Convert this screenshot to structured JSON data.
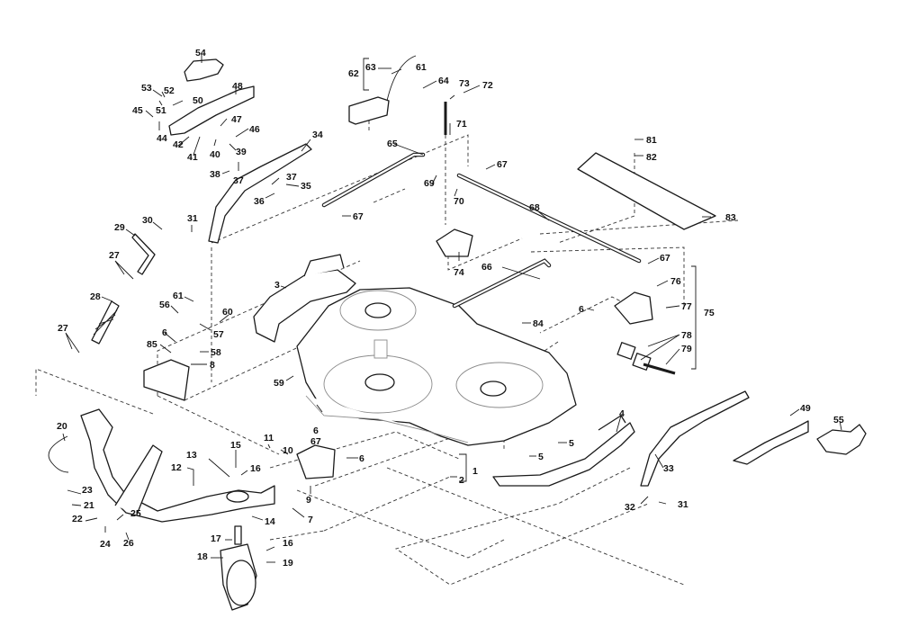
{
  "diagram": {
    "title": "Mower deck assembly exploded parts diagram",
    "colors": {
      "line": "#1a1a1a",
      "background": "#ffffff",
      "detail": "#8a8a8a"
    },
    "callouts": [
      {
        "id": "c1",
        "label": "1"
      },
      {
        "id": "c2",
        "label": "2"
      },
      {
        "id": "c3",
        "label": "3"
      },
      {
        "id": "c4",
        "label": "4"
      },
      {
        "id": "c5a",
        "label": "5"
      },
      {
        "id": "c5b",
        "label": "5"
      },
      {
        "id": "c6a",
        "label": "6"
      },
      {
        "id": "c6b",
        "label": "6"
      },
      {
        "id": "c6c",
        "label": "6"
      },
      {
        "id": "c6d",
        "label": "6"
      },
      {
        "id": "c7",
        "label": "7"
      },
      {
        "id": "c8",
        "label": "8"
      },
      {
        "id": "c9",
        "label": "9"
      },
      {
        "id": "c10",
        "label": "10"
      },
      {
        "id": "c11",
        "label": "11"
      },
      {
        "id": "c12",
        "label": "12"
      },
      {
        "id": "c13",
        "label": "13"
      },
      {
        "id": "c14",
        "label": "14"
      },
      {
        "id": "c15",
        "label": "15"
      },
      {
        "id": "c16a",
        "label": "16"
      },
      {
        "id": "c16b",
        "label": "16"
      },
      {
        "id": "c17",
        "label": "17"
      },
      {
        "id": "c18",
        "label": "18"
      },
      {
        "id": "c19",
        "label": "19"
      },
      {
        "id": "c20",
        "label": "20"
      },
      {
        "id": "c21",
        "label": "21"
      },
      {
        "id": "c22",
        "label": "22"
      },
      {
        "id": "c23",
        "label": "23"
      },
      {
        "id": "c24",
        "label": "24"
      },
      {
        "id": "c25",
        "label": "25"
      },
      {
        "id": "c26",
        "label": "26"
      },
      {
        "id": "c27a",
        "label": "27"
      },
      {
        "id": "c27b",
        "label": "27"
      },
      {
        "id": "c28",
        "label": "28"
      },
      {
        "id": "c29",
        "label": "29"
      },
      {
        "id": "c30",
        "label": "30"
      },
      {
        "id": "c31a",
        "label": "31"
      },
      {
        "id": "c31b",
        "label": "31"
      },
      {
        "id": "c32",
        "label": "32"
      },
      {
        "id": "c33",
        "label": "33"
      },
      {
        "id": "c34",
        "label": "34"
      },
      {
        "id": "c35",
        "label": "35"
      },
      {
        "id": "c36",
        "label": "36"
      },
      {
        "id": "c37a",
        "label": "37"
      },
      {
        "id": "c37b",
        "label": "37"
      },
      {
        "id": "c38",
        "label": "38"
      },
      {
        "id": "c39",
        "label": "39"
      },
      {
        "id": "c40",
        "label": "40"
      },
      {
        "id": "c41",
        "label": "41"
      },
      {
        "id": "c42",
        "label": "42"
      },
      {
        "id": "c44",
        "label": "44"
      },
      {
        "id": "c45",
        "label": "45"
      },
      {
        "id": "c46",
        "label": "46"
      },
      {
        "id": "c47",
        "label": "47"
      },
      {
        "id": "c48",
        "label": "48"
      },
      {
        "id": "c49",
        "label": "49"
      },
      {
        "id": "c50",
        "label": "50"
      },
      {
        "id": "c51",
        "label": "51"
      },
      {
        "id": "c52",
        "label": "52"
      },
      {
        "id": "c53",
        "label": "53"
      },
      {
        "id": "c54",
        "label": "54"
      },
      {
        "id": "c55",
        "label": "55"
      },
      {
        "id": "c56",
        "label": "56"
      },
      {
        "id": "c57",
        "label": "57"
      },
      {
        "id": "c58",
        "label": "58"
      },
      {
        "id": "c59",
        "label": "59"
      },
      {
        "id": "c60",
        "label": "60"
      },
      {
        "id": "c61a",
        "label": "61"
      },
      {
        "id": "c61b",
        "label": "61"
      },
      {
        "id": "c62",
        "label": "62"
      },
      {
        "id": "c63",
        "label": "63"
      },
      {
        "id": "c64",
        "label": "64"
      },
      {
        "id": "c65",
        "label": "65"
      },
      {
        "id": "c66",
        "label": "66"
      },
      {
        "id": "c67a",
        "label": "67"
      },
      {
        "id": "c67b",
        "label": "67"
      },
      {
        "id": "c67c",
        "label": "67"
      },
      {
        "id": "c67d",
        "label": "67"
      },
      {
        "id": "c68",
        "label": "68"
      },
      {
        "id": "c69",
        "label": "69"
      },
      {
        "id": "c70",
        "label": "70"
      },
      {
        "id": "c71",
        "label": "71"
      },
      {
        "id": "c72",
        "label": "72"
      },
      {
        "id": "c73",
        "label": "73"
      },
      {
        "id": "c74",
        "label": "74"
      },
      {
        "id": "c75",
        "label": "75"
      },
      {
        "id": "c76",
        "label": "76"
      },
      {
        "id": "c77",
        "label": "77"
      },
      {
        "id": "c78",
        "label": "78"
      },
      {
        "id": "c79",
        "label": "79"
      },
      {
        "id": "c81",
        "label": "81"
      },
      {
        "id": "c82",
        "label": "82"
      },
      {
        "id": "c83",
        "label": "83"
      },
      {
        "id": "c84",
        "label": "84"
      },
      {
        "id": "c85",
        "label": "85"
      }
    ]
  }
}
